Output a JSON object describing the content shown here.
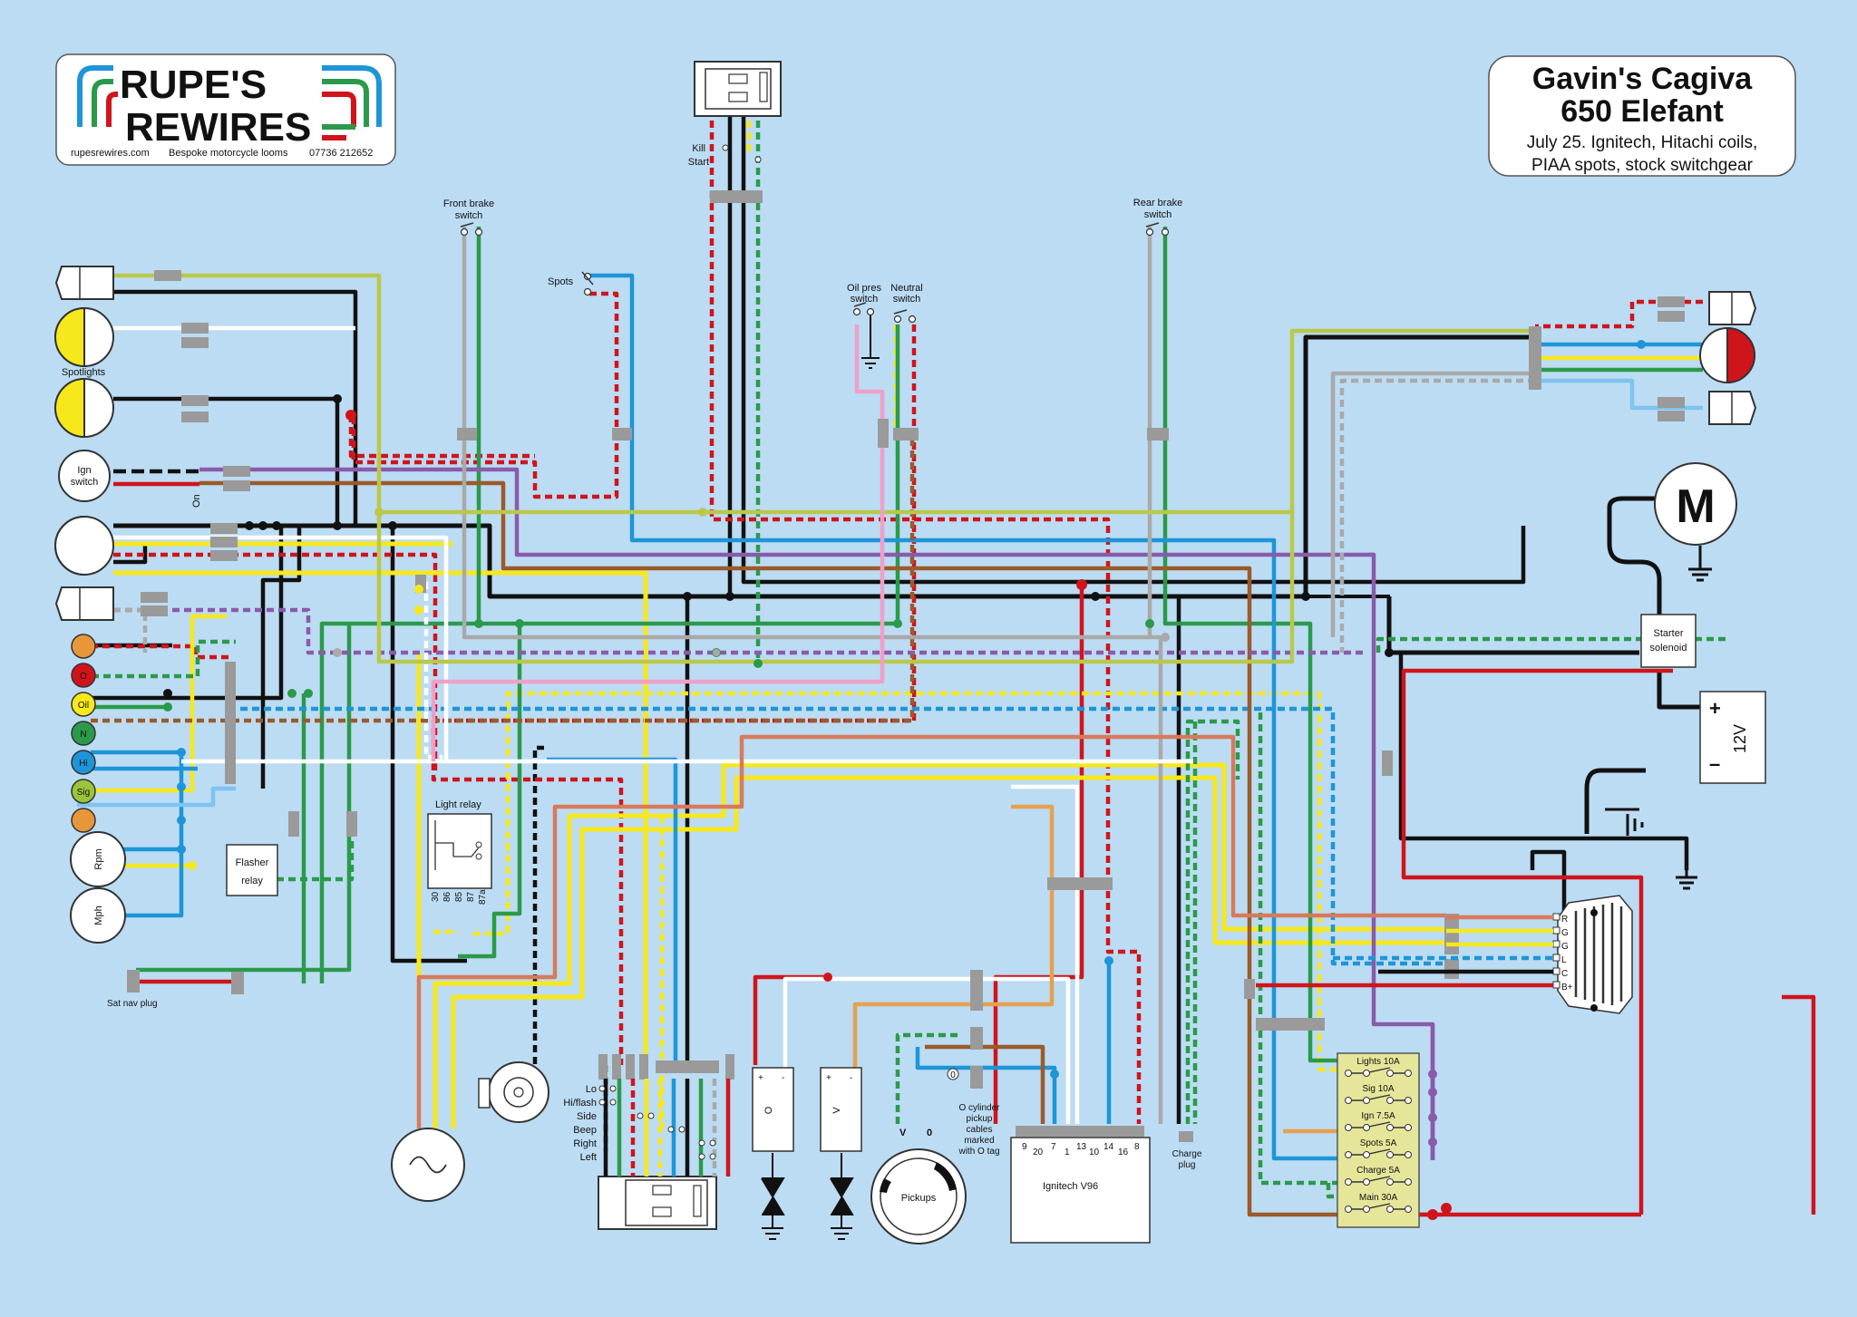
{
  "brand": {
    "line1": "RUPE'S",
    "line2": "REWIRES",
    "website": "rupesrewires.com",
    "tagline": "Bespoke motorcycle looms",
    "phone": "07736 212652"
  },
  "title": {
    "line1": "Gavin's Cagiva",
    "line2": "650 Elefant",
    "line3": "July 25. Ignitech, Hitachi coils,",
    "line4": "PIAA spots, stock switchgear"
  },
  "labels": {
    "spotlights": "Spotlights",
    "ign_switch_1": "Ign",
    "ign_switch_2": "switch",
    "on": "On",
    "front_brake_1": "Front brake",
    "front_brake_2": "switch",
    "spots": "Spots",
    "kill": "Kill",
    "start": "Start",
    "oil_1": "Oil pres",
    "oil_2": "switch",
    "neutral_1": "Neutral",
    "neutral_2": "switch",
    "rear_brake_1": "Rear brake",
    "rear_brake_2": "switch",
    "motor": "M",
    "starter_1": "Starter",
    "starter_2": "solenoid",
    "battery": "12V",
    "plus": "+",
    "minus": "–",
    "light_relay": "Light relay",
    "relay_pins": [
      "30",
      "86",
      "85",
      "87",
      "87a"
    ],
    "flasher_1": "Flasher",
    "flasher_2": "relay",
    "rpm": "Rpm",
    "mph": "Mph",
    "sat_nav": "Sat nav plug",
    "pickups": "Pickups",
    "pickup_note": [
      "O cylinder",
      "pickup",
      "cables",
      "marked",
      "with O tag"
    ],
    "v_tag": "V",
    "o_tag": "0",
    "o_ring": "0",
    "coil_o": "O",
    "coil_v": "V",
    "ignitech": "Ignitech V96",
    "ignitech_pins": [
      "9",
      "20",
      "7",
      "1",
      "13",
      "10",
      "14",
      "16",
      "8"
    ],
    "charge_1": "Charge",
    "charge_2": "plug",
    "reg_pins": [
      "R",
      "G",
      "G",
      "L",
      "C",
      "B+"
    ],
    "switch_rows": [
      "Lo",
      "Hi/flash",
      "Side",
      "Beep",
      "Right",
      "Left"
    ],
    "warning_lamps": [
      "",
      "O",
      "Oil",
      "N",
      "Hi",
      "Sig",
      ""
    ]
  },
  "fuses": [
    {
      "label": "Lights 10A"
    },
    {
      "label": "Sig 10A"
    },
    {
      "label": "Ign 7.5A"
    },
    {
      "label": "Spots 5A"
    },
    {
      "label": "Charge 5A"
    },
    {
      "label": "Main 30A"
    }
  ],
  "colors": {
    "background": "#bcdcf3",
    "black": "#111111",
    "red": "#d0141c",
    "yellow": "#f7e81c",
    "green": "#2a9a4a",
    "blue": "#1e95d8",
    "lightblue": "#7fc3f0",
    "brown": "#9b5a2a",
    "purple": "#8a5aab",
    "grey": "#a9a9a9",
    "white": "#ffffff",
    "lime": "#b9c84a",
    "orange": "#e5a050",
    "pink": "#f0a0c8",
    "salmon": "#d87a5a",
    "connector": "#9a9a9a",
    "fusebox": "#e6e69a"
  }
}
